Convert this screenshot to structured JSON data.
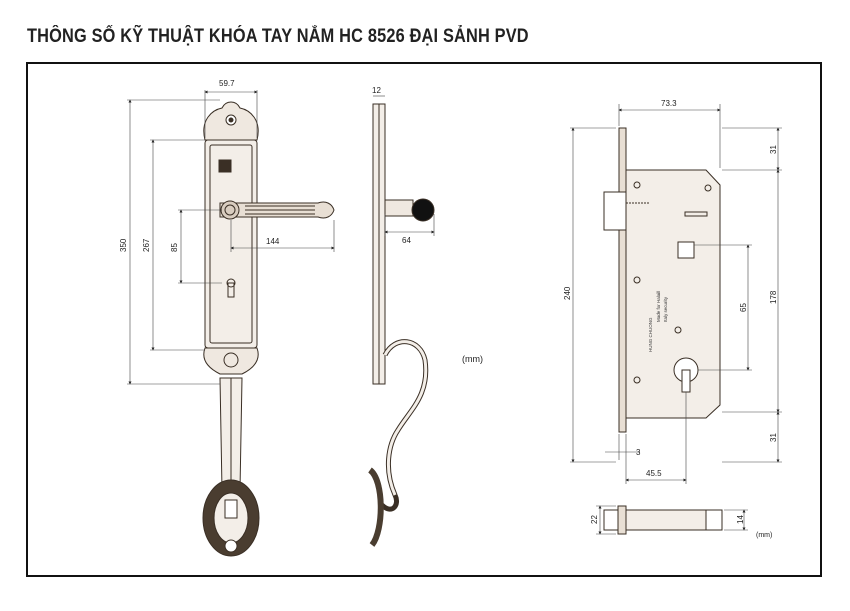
{
  "title": "THÔNG SỐ KỸ THUẬT KHÓA TAY NẮM HC 8526 ĐẠI SẢNH PVD",
  "units": {
    "left": "(mm)",
    "right": "(mm)"
  },
  "handle_front": {
    "width": "59.7",
    "height": "350",
    "hole_span": "267",
    "handle_offset": "85",
    "handle_length": "144"
  },
  "handle_side": {
    "thickness": "12",
    "knob_depth": "64"
  },
  "lock_body": {
    "width": "73.3",
    "top_margin": "31",
    "height": "240",
    "hole_span": "178",
    "center_distance": "65",
    "bottom_margin": "31",
    "faceplate": "3",
    "backset": "45.5",
    "stamp": "HUNG CHUONG",
    "made_in": "Made for Halaill",
    "tech": "Italy security"
  },
  "latch": {
    "height": "22",
    "tongue": "14"
  },
  "colors": {
    "line": "#222222",
    "part": "#5a4a3a",
    "frame": "#111111"
  }
}
